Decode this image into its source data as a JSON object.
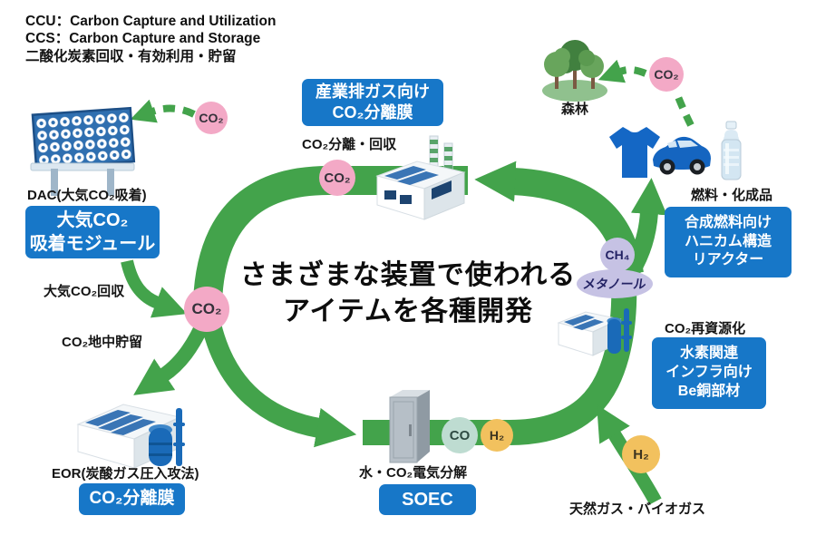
{
  "legend": {
    "lines": [
      "CCU：Carbon Capture and Utilization",
      "CCS：Carbon Capture and Storage",
      "二酸化炭素回収・有効利用・貯留"
    ]
  },
  "center_message": {
    "lines": [
      "さまざまな装置で使われる",
      "アイテムを各種開発"
    ]
  },
  "labels": {
    "dac": "DAC(大気CO₂吸着)",
    "air_capture": "大気CO₂回収",
    "underground_storage": "CO₂地中貯留",
    "eor": "EOR(炭酸ガス圧入攻法)",
    "co2_separation": "CO₂分離・回収",
    "forest": "森林",
    "fuel_products": "燃料・化成品",
    "co2_recycling": "CO₂再資源化",
    "electrolysis": "水・CO₂電気分解",
    "natural_gas": "天然ガス・バイオガス"
  },
  "product_boxes": {
    "dac_module": [
      "大気CO₂",
      "吸着モジュール"
    ],
    "industrial_membrane": [
      "産業排ガス向け",
      "CO₂分離膜"
    ],
    "honeycomb_reactor": [
      "合成燃料向け",
      "ハニカム構造",
      "リアクター"
    ],
    "be_copper": [
      "水素関連",
      "インフラ向け",
      "Be銅部材"
    ],
    "eor_membrane": [
      "CO₂分離膜"
    ],
    "soec": [
      "SOEC"
    ]
  },
  "molecules": {
    "co2_air": "CO₂",
    "co2_flue": "CO₂",
    "co2_hub": "CO₂",
    "co2_release": "CO₂",
    "ch4": "CH₄",
    "methanol": "メタノール",
    "co": "CO",
    "h2_out": "H₂",
    "h2_feed": "H₂"
  },
  "colors": {
    "flow_green": "#43A34B",
    "box_blue": "#1777C8",
    "co2_pink": "#F3A9C6",
    "gas_lavender": "#C6C2E4",
    "co_mint": "#BEDCD1",
    "h2_amber": "#F2C15E"
  },
  "icons": {
    "dac_panel": "fan-array-panel-icon",
    "factory_top": "factory-chimneys-icon",
    "factory_right": "factory-tanks-icon",
    "factory_eor": "factory-tanks-icon",
    "soec_unit": "electrolyzer-cabinet-icon",
    "forest": "trees-icon",
    "tshirt": "tshirt-icon",
    "car": "car-icon",
    "bottle": "bottle-icon"
  }
}
